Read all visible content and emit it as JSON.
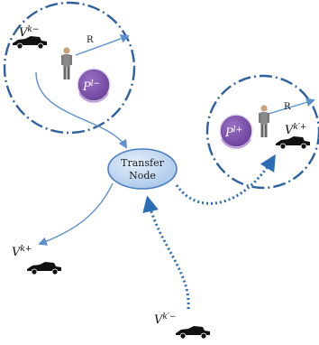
{
  "transfer_node": {
    "line1": "Transfer",
    "line2": "Node"
  },
  "left_zone": {
    "vehicle_minus": "V",
    "vehicle_minus_sup": "k−",
    "vehicle_plus": "k+",
    "radius_label": "R",
    "parcel": "P",
    "parcel_sup": "l−"
  },
  "right_zone": {
    "parcel": "P",
    "parcel_sup": "l+",
    "radius_label": "R",
    "vehicle": "V",
    "vehicle_sup": "k′+"
  },
  "bottom_left": {
    "vehicle": "V",
    "vehicle_sup": "k+"
  },
  "bottom_center": {
    "vehicle": "V",
    "vehicle_sup": "k′−"
  },
  "colors": {
    "circle": "#2e5f9e",
    "arrow": "#5b8fd0",
    "dotted": "#2a6db5",
    "parcel": "#7a4fa8",
    "node_fill": "#bcd4ef",
    "node_stroke": "#4a7fc1"
  }
}
